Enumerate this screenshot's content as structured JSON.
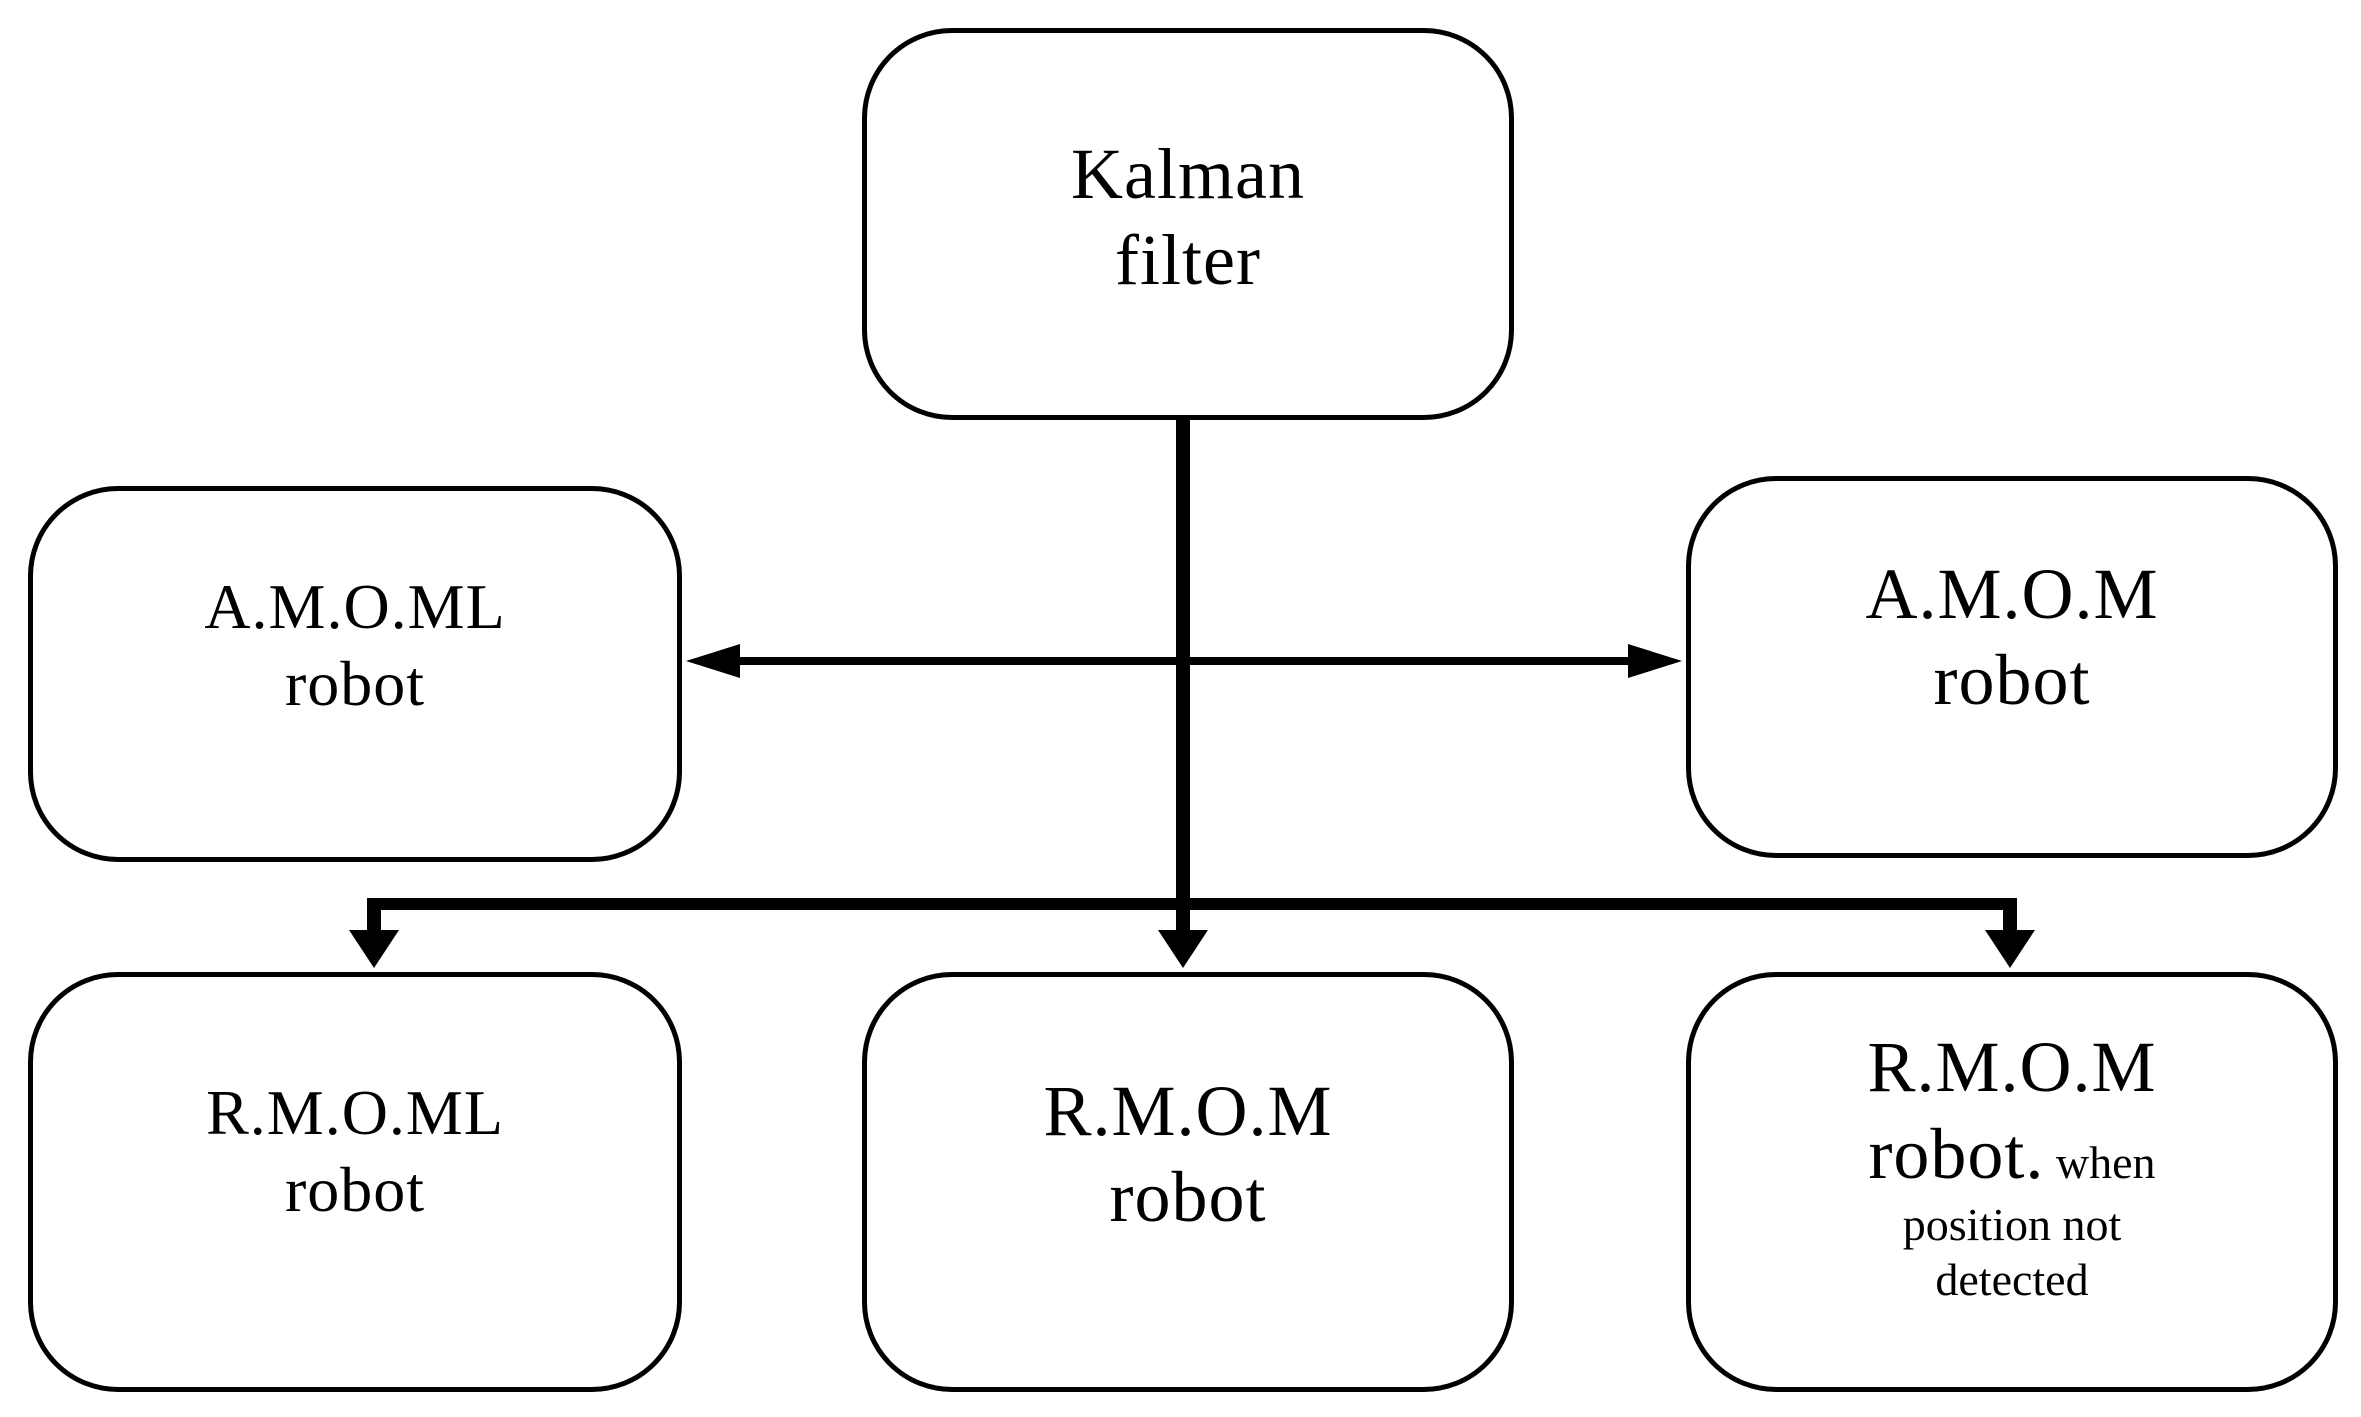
{
  "nodes": {
    "kalman": {
      "line1": "Kalman",
      "line2": "filter"
    },
    "amoml": {
      "line1": "A.M.O.ML",
      "line2": "robot"
    },
    "amom": {
      "line1": "A.M.O.M",
      "line2": "robot"
    },
    "rmoml": {
      "line1": "R.M.O.ML",
      "line2": "robot"
    },
    "rmom": {
      "line1": "R.M.O.M",
      "line2": "robot"
    },
    "rmom_nd": {
      "line1": "R.M.O.M",
      "line2_main": "robot.",
      "line2_small": " when",
      "line3": "position not",
      "line4": "detected"
    }
  },
  "edges": [
    {
      "from": "kalman",
      "to": "amoml"
    },
    {
      "from": "kalman",
      "to": "amom"
    },
    {
      "from": "kalman",
      "to": "rmoml"
    },
    {
      "from": "kalman",
      "to": "rmom"
    },
    {
      "from": "kalman",
      "to": "rmom_nd"
    }
  ],
  "colors": {
    "stroke": "#000000",
    "fill": "#ffffff"
  }
}
